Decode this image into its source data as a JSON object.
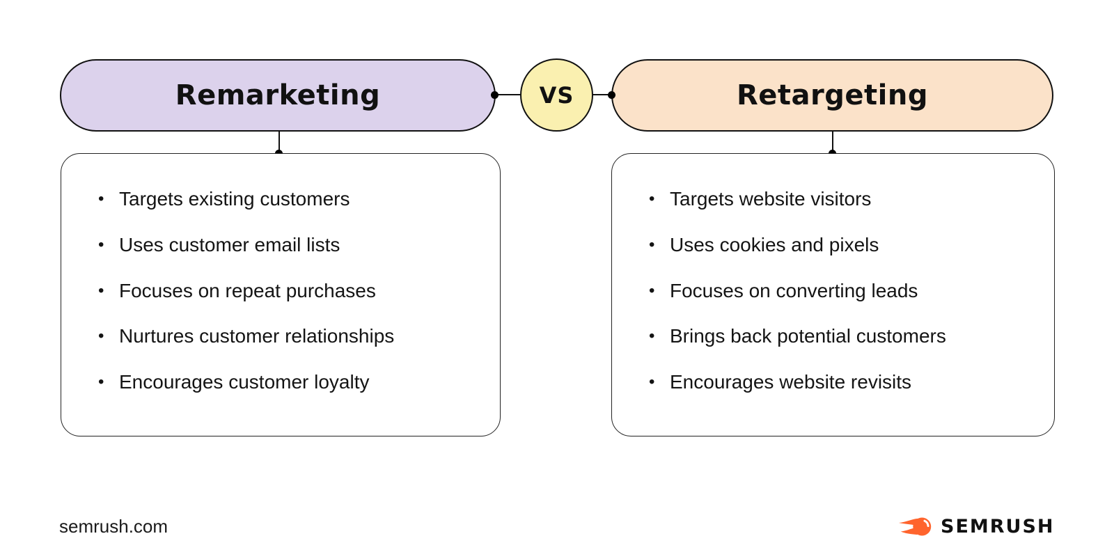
{
  "canvas": {
    "background": "#ffffff"
  },
  "diagram": {
    "left": {
      "title": "Remarketing",
      "pill_color": "#DCD2EC",
      "items": [
        "Targets existing customers",
        "Uses customer email lists",
        "Focuses on repeat purchases",
        "Nurtures customer relationships",
        "Encourages customer loyalty"
      ]
    },
    "vs": {
      "label": "VS",
      "color": "#FAF0B0"
    },
    "right": {
      "title": "Retargeting",
      "pill_color": "#FBE2C9",
      "items": [
        "Targets website visitors",
        "Uses cookies and pixels",
        "Focuses on converting leads",
        "Brings back potential customers",
        "Encourages website revisits"
      ]
    },
    "connector_color": "#111111",
    "bullet_glyph": "•"
  },
  "footer": {
    "website": "semrush.com",
    "brand": "SEMRUSH",
    "brand_color": "#FF642D",
    "brand_icon": "semrush-flame-icon"
  }
}
